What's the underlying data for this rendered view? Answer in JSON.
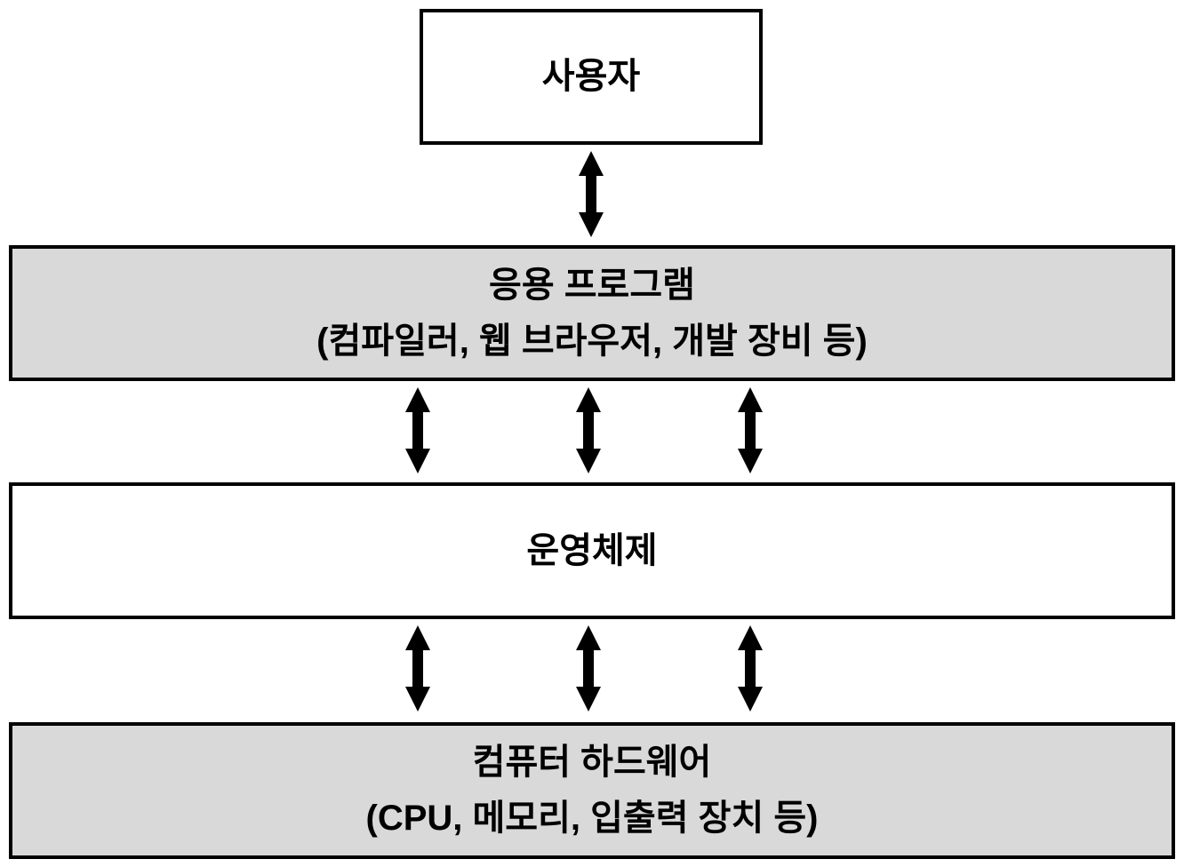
{
  "diagram": {
    "layers": [
      {
        "id": "user",
        "label": "사용자",
        "sublabel": null,
        "fill": "#ffffff"
      },
      {
        "id": "applications",
        "label": "응용 프로그램",
        "sublabel": "(컴파일러, 웹 브라우저, 개발 장비 등)",
        "fill": "#d9d9d9"
      },
      {
        "id": "operating-system",
        "label": "운영체제",
        "sublabel": null,
        "fill": "#ffffff"
      },
      {
        "id": "hardware",
        "label": "컴퓨터 하드웨어",
        "sublabel": "(CPU, 메모리, 입출력 장치 등)",
        "fill": "#d9d9d9"
      }
    ],
    "connections": [
      {
        "from": "사용자",
        "to": "응용 프로그램",
        "arrows": 1,
        "type": "bidirectional"
      },
      {
        "from": "응용 프로그램",
        "to": "운영체제",
        "arrows": 3,
        "type": "bidirectional"
      },
      {
        "from": "운영체제",
        "to": "컴퓨터 하드웨어",
        "arrows": 3,
        "type": "bidirectional"
      }
    ],
    "colors": {
      "border": "#000000",
      "arrow": "#000000",
      "gray_fill": "#d9d9d9",
      "white_fill": "#ffffff",
      "background": "#ffffff"
    }
  }
}
